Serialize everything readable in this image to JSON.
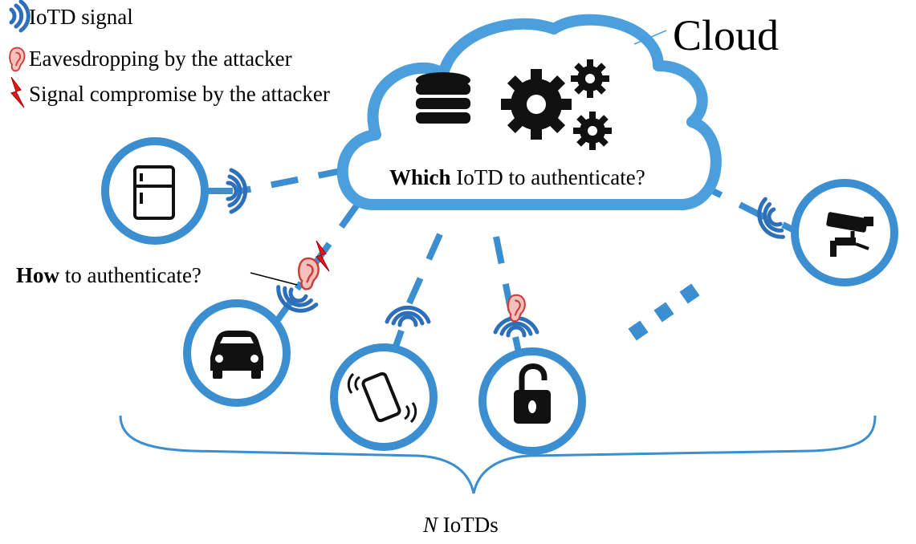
{
  "legend": {
    "signal_label": "IoTD signal",
    "eavesdrop_label": "Eavesdropping by the attacker",
    "compromise_label": "Signal compromise by the attacker"
  },
  "cloud": {
    "label": "Cloud",
    "question_bold": "Which",
    "question_rest": " IoTD to authenticate?"
  },
  "how": {
    "bold": "How",
    "rest": " to authenticate?"
  },
  "footer": {
    "variable": "N",
    "rest": " IoTDs"
  },
  "devices": [
    {
      "name": "fridge",
      "icon": "fridge-icon"
    },
    {
      "name": "car",
      "icon": "car-icon"
    },
    {
      "name": "phone",
      "icon": "vibrating-phone-icon"
    },
    {
      "name": "lock",
      "icon": "unlocked-padlock-icon"
    },
    {
      "name": "camera",
      "icon": "security-camera-icon"
    }
  ],
  "colors": {
    "link_blue": "#3b8fd0",
    "wave_blue": "#2d6fb8",
    "attack_red": "#e01b1b",
    "ear_pink": "#f2a7a3"
  }
}
